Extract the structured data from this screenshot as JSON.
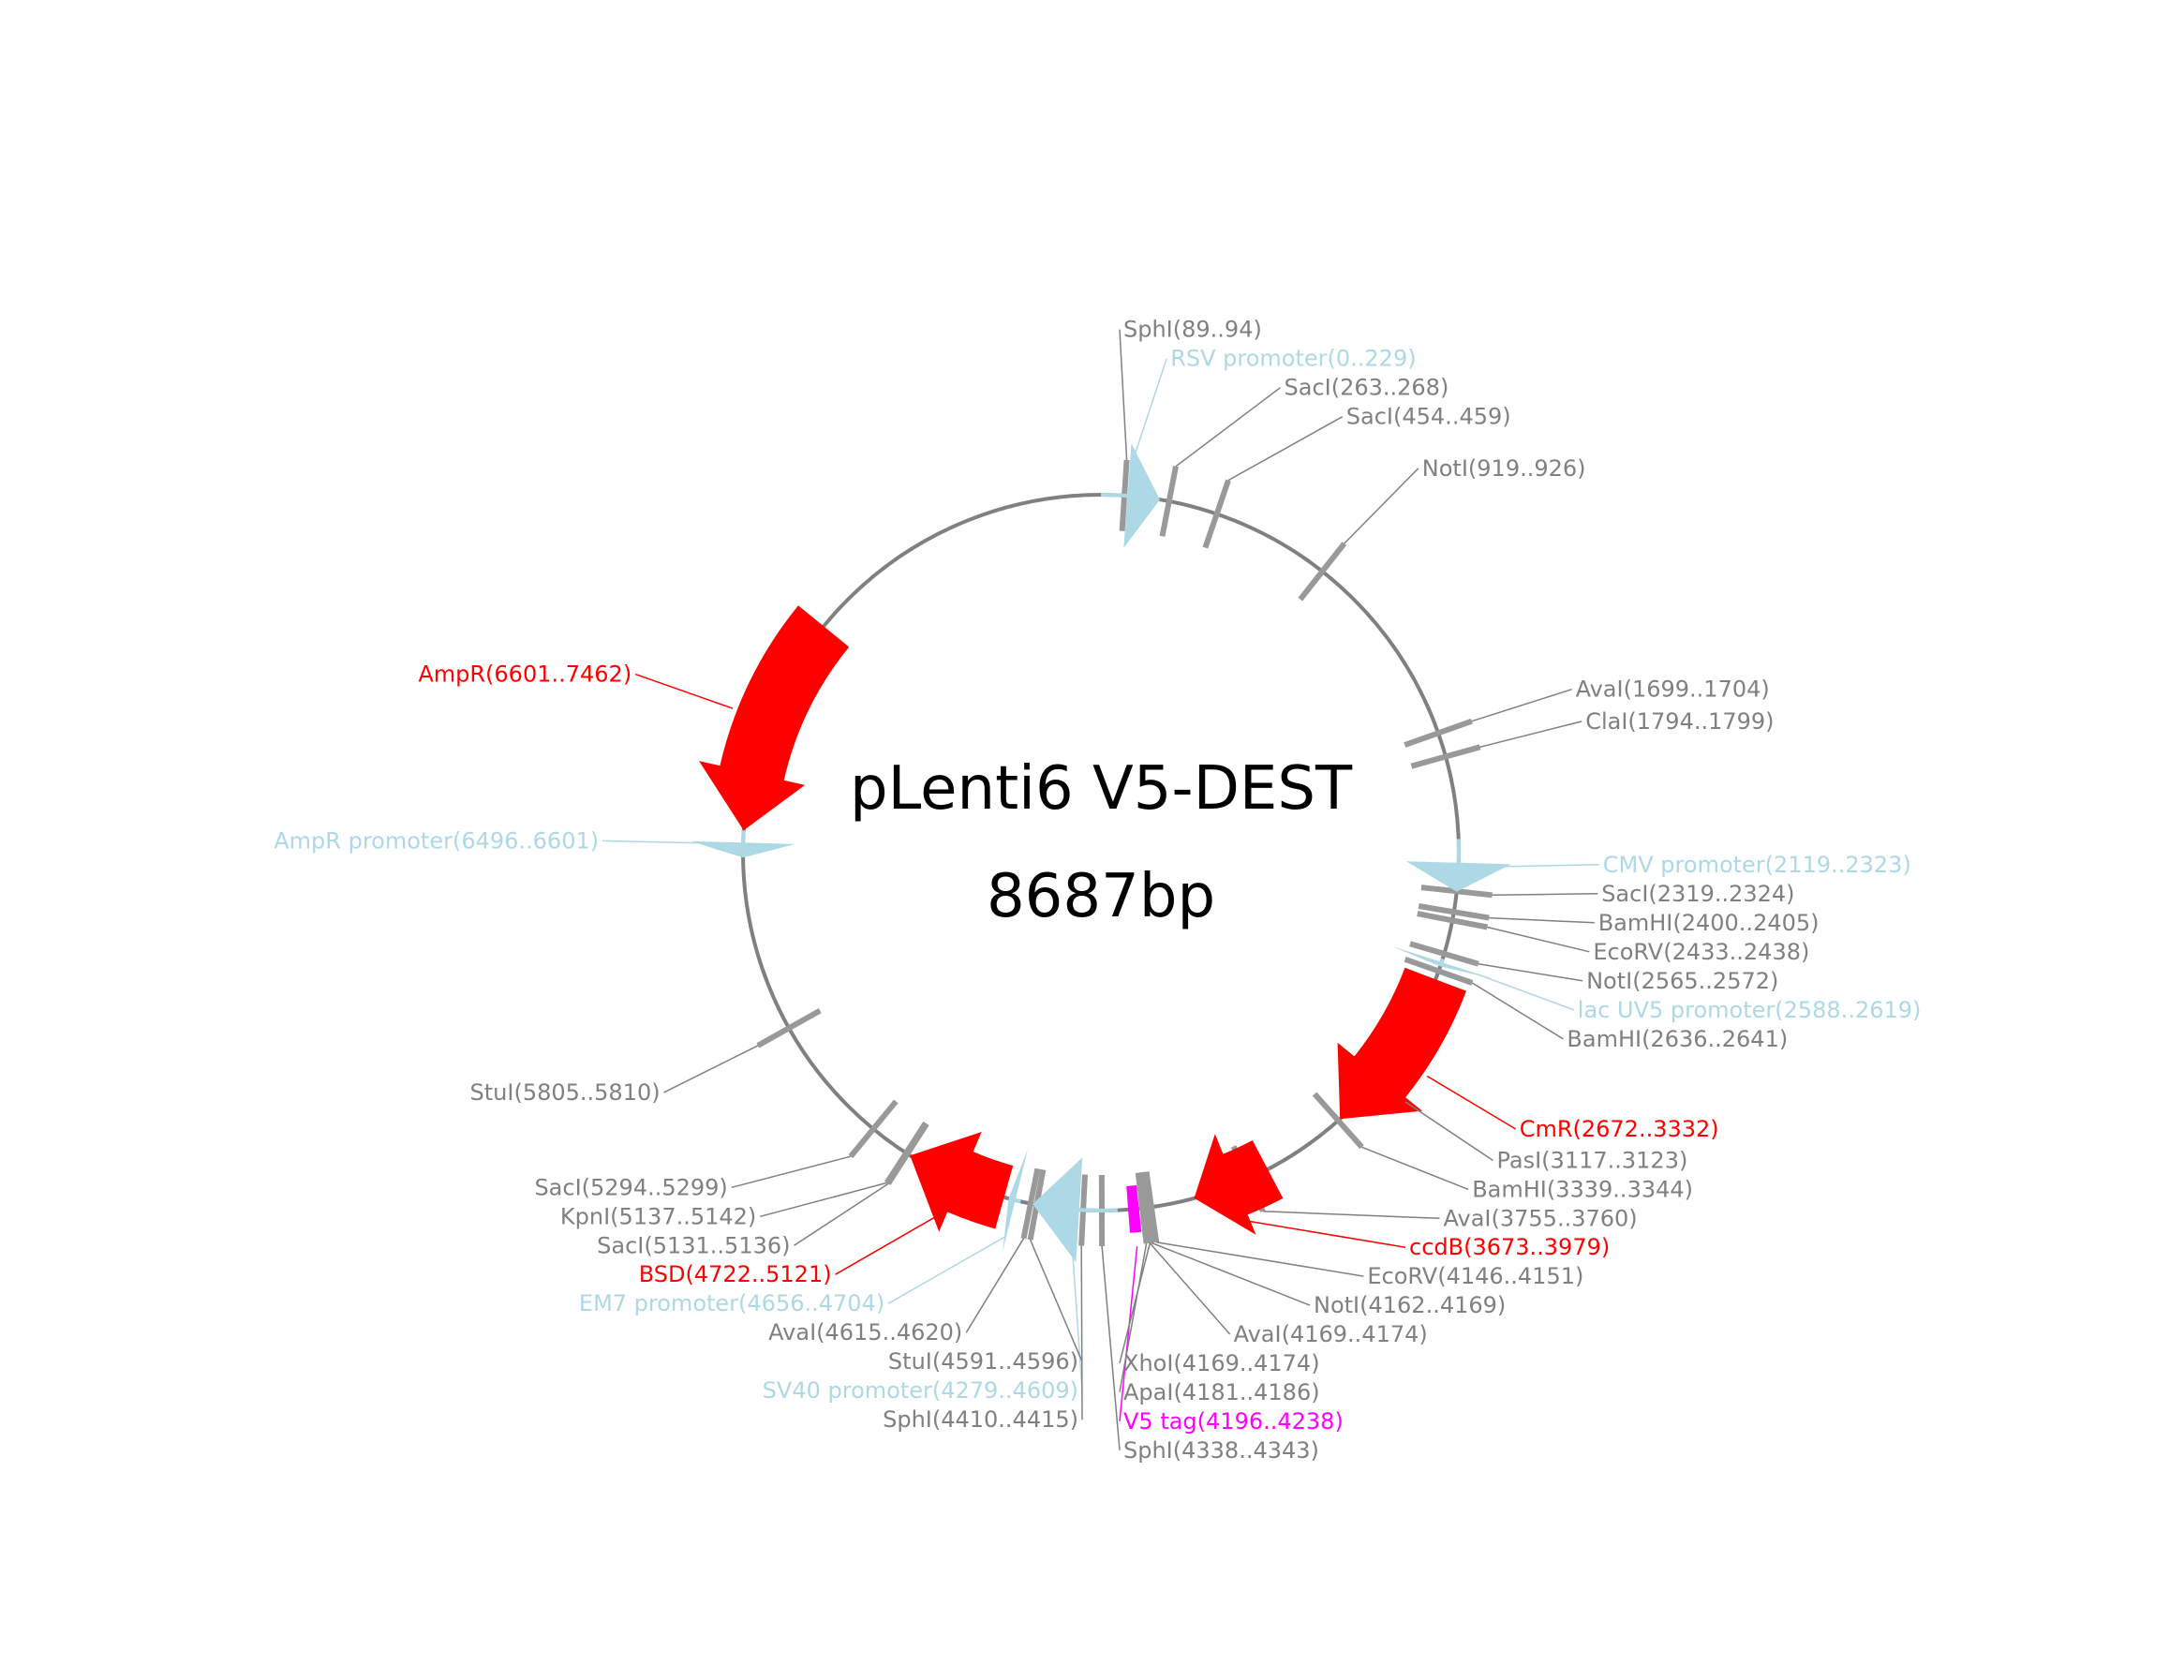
{
  "title": "pLenti6 V5-DEST",
  "size_label": "8687bp",
  "total_bp": 8687,
  "colors": {
    "backbone": "#808080",
    "site": "#999999",
    "site_label": "#808080",
    "promoter": "#add8e6",
    "gene": "#ff0000",
    "tag": "#ff00ff"
  },
  "features": [
    {
      "label": "RSV promoter(0..229)",
      "start": 0,
      "end": 229,
      "type": "promoter",
      "strand": 1
    },
    {
      "label": "CMV promoter(2119..2323)",
      "start": 2119,
      "end": 2323,
      "type": "promoter",
      "strand": 1
    },
    {
      "label": "lac UV5 promoter(2588..2619)",
      "start": 2588,
      "end": 2619,
      "type": "promoter",
      "strand": 1
    },
    {
      "label": "CmR(2672..3332)",
      "start": 2672,
      "end": 3332,
      "type": "gene",
      "strand": 1
    },
    {
      "label": "ccdB(3673..3979)",
      "start": 3673,
      "end": 3979,
      "type": "gene",
      "strand": 1
    },
    {
      "label": "V5 tag(4196..4238)",
      "start": 4196,
      "end": 4238,
      "type": "tag",
      "strand": 0
    },
    {
      "label": "SV40 promoter(4279..4609)",
      "start": 4279,
      "end": 4609,
      "type": "promoter",
      "strand": 1
    },
    {
      "label": "EM7 promoter(4656..4704)",
      "start": 4656,
      "end": 4704,
      "type": "promoter",
      "strand": 1
    },
    {
      "label": "BSD(4722..5121)",
      "start": 4722,
      "end": 5121,
      "type": "gene",
      "strand": 1
    },
    {
      "label": "AmpR promoter(6496..6601)",
      "start": 6496,
      "end": 6601,
      "type": "promoter",
      "strand": -1
    },
    {
      "label": "AmpR(6601..7462)",
      "start": 6601,
      "end": 7462,
      "type": "gene",
      "strand": -1
    }
  ],
  "sites": [
    {
      "label": "SphI(89..94)",
      "pos": 91
    },
    {
      "label": "SacI(263..268)",
      "pos": 265
    },
    {
      "label": "SacI(454..459)",
      "pos": 456
    },
    {
      "label": "NotI(919..926)",
      "pos": 922
    },
    {
      "label": "AvaI(1699..1704)",
      "pos": 1701
    },
    {
      "label": "ClaI(1794..1799)",
      "pos": 1796
    },
    {
      "label": "SacI(2319..2324)",
      "pos": 2321
    },
    {
      "label": "BamHI(2400..2405)",
      "pos": 2402
    },
    {
      "label": "EcoRV(2433..2438)",
      "pos": 2435
    },
    {
      "label": "NotI(2565..2572)",
      "pos": 2568
    },
    {
      "label": "BamHI(2636..2641)",
      "pos": 2638
    },
    {
      "label": "PasI(3117..3123)",
      "pos": 3120
    },
    {
      "label": "BamHI(3339..3344)",
      "pos": 3341
    },
    {
      "label": "AvaI(3755..3760)",
      "pos": 3757
    },
    {
      "label": "EcoRV(4146..4151)",
      "pos": 4148
    },
    {
      "label": "NotI(4162..4169)",
      "pos": 4165
    },
    {
      "label": "AvaI(4169..4174)",
      "pos": 4171
    },
    {
      "label": "XhoI(4169..4174)",
      "pos": 4171
    },
    {
      "label": "ApaI(4181..4186)",
      "pos": 4183
    },
    {
      "label": "SphI(4338..4343)",
      "pos": 4340
    },
    {
      "label": "SphI(4410..4415)",
      "pos": 4412
    },
    {
      "label": "StuI(4591..4596)",
      "pos": 4593
    },
    {
      "label": "AvaI(4615..4620)",
      "pos": 4617
    },
    {
      "label": "SacI(5131..5136)",
      "pos": 5133
    },
    {
      "label": "KpnI(5137..5142)",
      "pos": 5139
    },
    {
      "label": "SacI(5294..5299)",
      "pos": 5296
    },
    {
      "label": "StuI(5805..5810)",
      "pos": 5807
    }
  ]
}
